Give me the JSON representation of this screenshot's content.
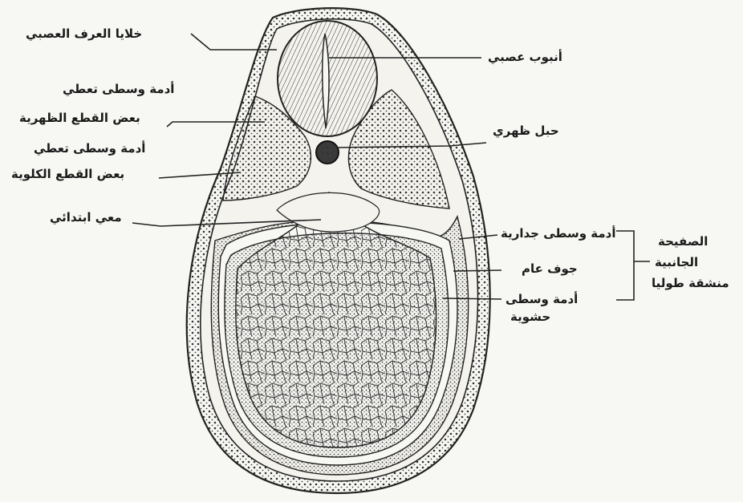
{
  "labels": {
    "neural_crest": "خلايا العرف العصبي",
    "neural_tube": "أنبوب عصبي",
    "somite_meso_1": "أدمة وسطى تعطي",
    "somite_meso_2": "بعض القطع الظهرية",
    "notochord": "حبل ظهري",
    "nephro_meso_1": "أدمة وسطى تعطي",
    "nephro_meso_2": "بعض القطع الكلوية",
    "primitive_gut": "معي ابتدائي",
    "somatic_meso": "أدمة وسطى جدارية",
    "coelom": "جوف عام",
    "splanchnic_meso_1": "أدمة وسطى",
    "splanchnic_meso_2": "حشوية",
    "lateral_plate_1": "الصفيحة",
    "lateral_plate_2": "الجانبية",
    "lateral_plate_3": "منشقة طوليا"
  },
  "colors": {
    "ink": "#2a2a2a",
    "paper": "#f7f7f4"
  }
}
